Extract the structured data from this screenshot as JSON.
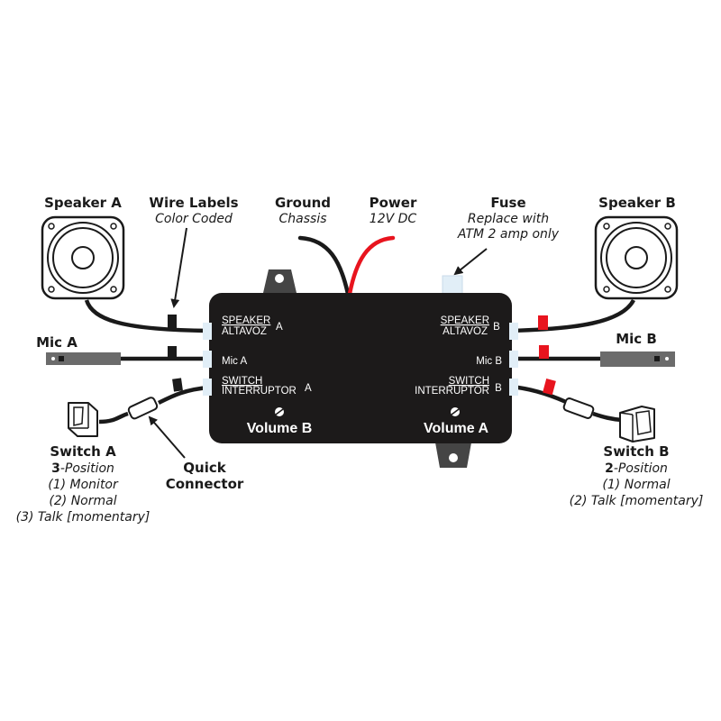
{
  "colors": {
    "box": "#1c1a1a",
    "wire": "#1a1a1a",
    "power_wire": "#e8141e",
    "label_tag_a": "#1a1a1a",
    "label_tag_b": "#e8141e",
    "port": "#e1eef7",
    "mic_body": "#6b6b6b",
    "mount_tab": "#454545"
  },
  "callouts": {
    "speaker_a": {
      "title": "Speaker A"
    },
    "wire_labels": {
      "title": "Wire Labels",
      "subtitle": "Color Coded"
    },
    "ground": {
      "title": "Ground",
      "subtitle": "Chassis"
    },
    "power": {
      "title": "Power",
      "subtitle": "12V DC"
    },
    "fuse": {
      "title": "Fuse",
      "subtitle_1": "Replace with",
      "subtitle_2": "ATM 2 amp only"
    },
    "speaker_b": {
      "title": "Speaker B"
    },
    "mic_a": {
      "title": "Mic A"
    },
    "mic_b": {
      "title": "Mic B"
    },
    "switch_a": {
      "title": "Switch A",
      "positions_count": "3",
      "positions_suffix": "-Position",
      "lines": [
        "(1) Monitor",
        "(2) Normal",
        "(3) Talk [momentary]"
      ]
    },
    "switch_b": {
      "title": "Switch B",
      "positions_count": "2",
      "positions_suffix": "-Position",
      "lines": [
        "(1) Normal",
        "(2) Talk [momentary]"
      ]
    },
    "quick_connector": {
      "line_1": "Quick",
      "line_2": "Connector"
    }
  },
  "control_box": {
    "left": {
      "speaker_en": "SPEAKER",
      "speaker_es": "ALTAVOZ",
      "speaker_ch": "A",
      "mic": "Mic A",
      "switch_en": "SWITCH",
      "switch_es": "INTERRUPTOR",
      "switch_ch": "A"
    },
    "right": {
      "speaker_en": "SPEAKER",
      "speaker_es": "ALTAVOZ",
      "speaker_ch": "B",
      "mic": "Mic B",
      "switch_en": "SWITCH",
      "switch_es": "INTERRUPTOR",
      "switch_ch": "B"
    },
    "volume_left": "Volume B",
    "volume_right": "Volume A"
  }
}
